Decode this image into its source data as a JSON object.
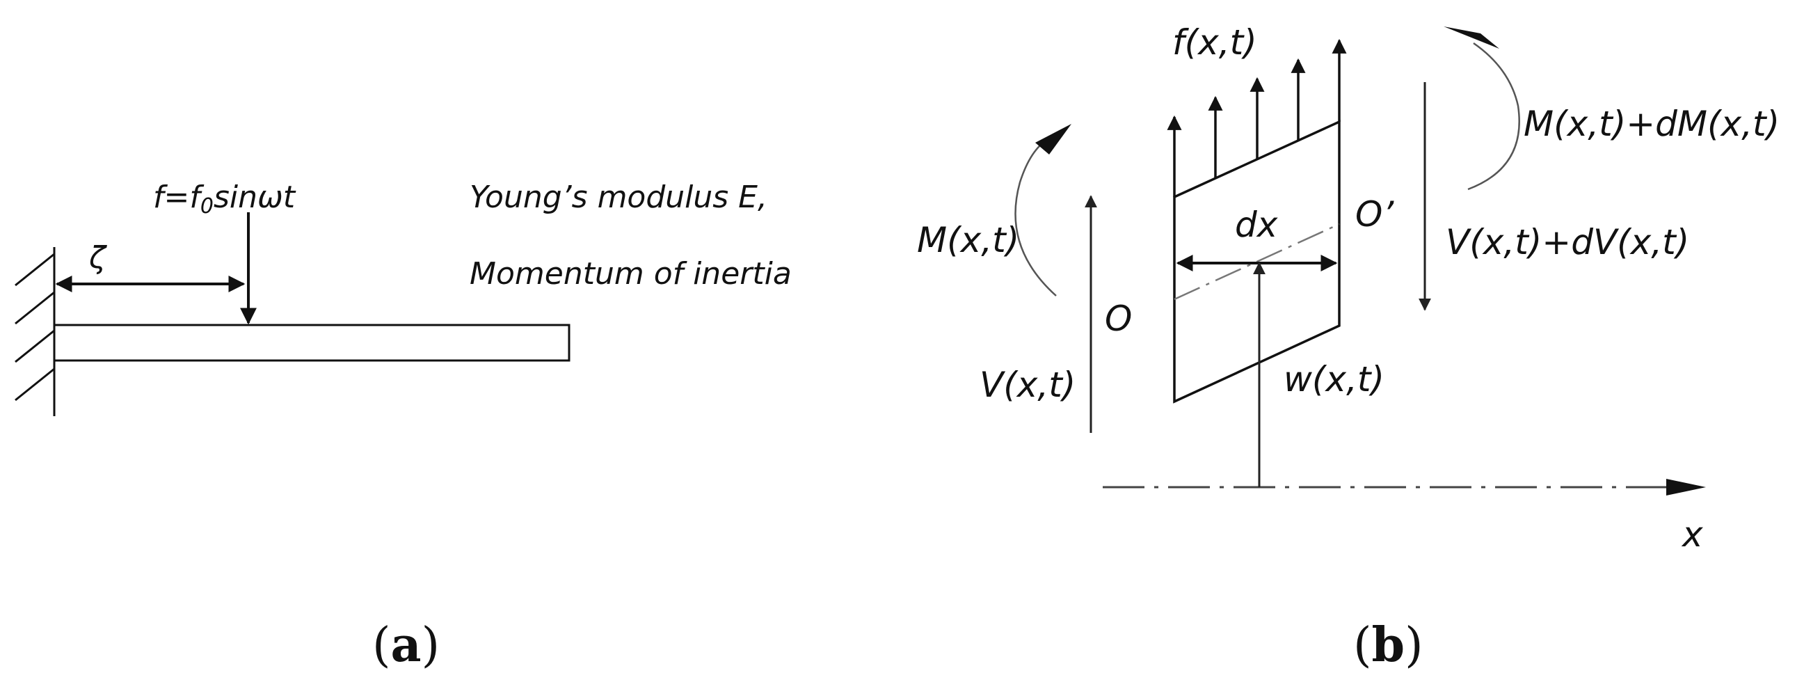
{
  "panel_a": {
    "force_label": "f=f",
    "force_sub": "0",
    "force_tail": "sinωt",
    "zeta": "ζ",
    "youngs": "Young’s modulus E,",
    "inertia": "Momentum  of  inertia",
    "caption_open": "(",
    "caption_letter": "a",
    "caption_close": ")"
  },
  "panel_b": {
    "f": "f(x,t)",
    "M_right": "M(x,t)+dM(x,t)",
    "M_left": "M(x,t)",
    "dx": "dx",
    "O_prime": "O’",
    "O": "O",
    "V_right": "V(x,t)+dV(x,t)",
    "V_left": "V(x,t)",
    "w": "w(x,t)",
    "x": "x",
    "caption_open": "(",
    "caption_letter": "b",
    "caption_close": ")"
  }
}
